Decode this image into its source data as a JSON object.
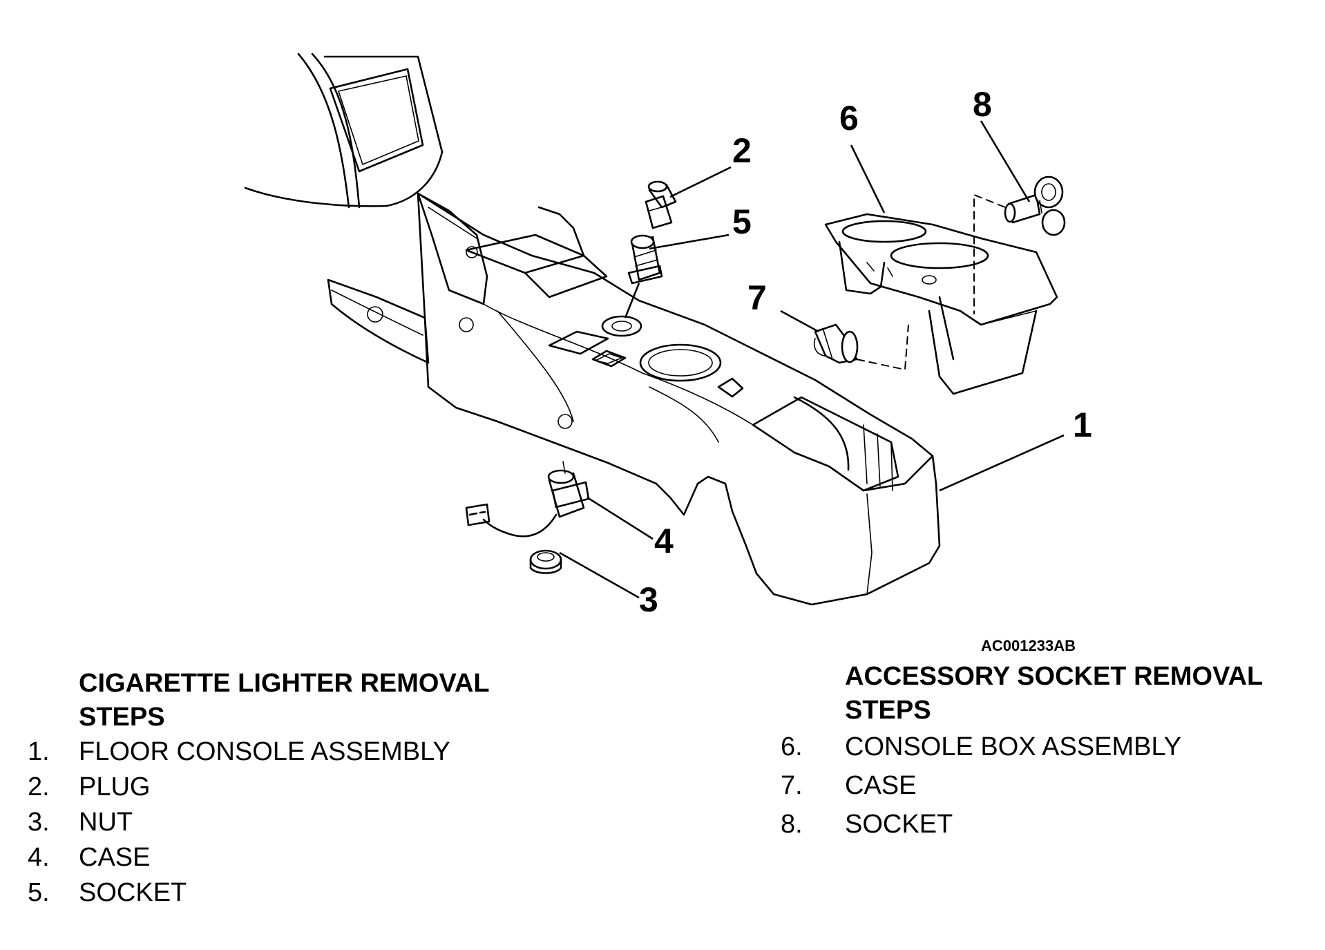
{
  "diagram": {
    "callouts": [
      "1",
      "2",
      "3",
      "4",
      "5",
      "6",
      "7",
      "8"
    ],
    "figure_code": "AC001233AB"
  },
  "sections": {
    "cigarette": {
      "heading_line1": "CIGARETTE LIGHTER REMOVAL",
      "heading_line2": "STEPS",
      "steps": [
        {
          "num": "1.",
          "label": "FLOOR CONSOLE ASSEMBLY"
        },
        {
          "num": "2.",
          "label": "PLUG"
        },
        {
          "num": "3.",
          "label": "NUT"
        },
        {
          "num": "4.",
          "label": "CASE"
        },
        {
          "num": "5.",
          "label": "SOCKET"
        }
      ]
    },
    "accessory": {
      "heading_line1": "ACCESSORY SOCKET REMOVAL",
      "heading_line2": "STEPS",
      "steps": [
        {
          "num": "6.",
          "label": "CONSOLE BOX ASSEMBLY"
        },
        {
          "num": "7.",
          "label": "CASE"
        },
        {
          "num": "8.",
          "label": "SOCKET"
        }
      ]
    }
  }
}
